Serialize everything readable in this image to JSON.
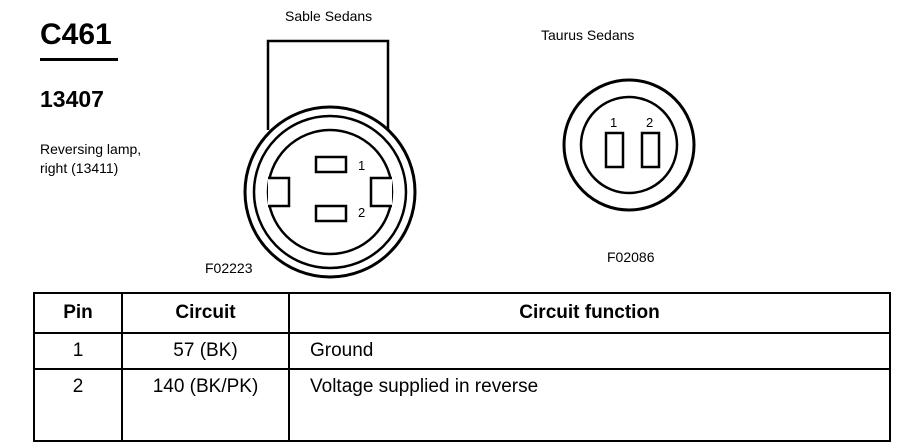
{
  "connector": {
    "id": "C461",
    "part_number": "13407",
    "description_lines": [
      "Reversing lamp,",
      "right (13411)"
    ]
  },
  "diagrams": {
    "sable": {
      "title": "Sable Sedans",
      "figure_code": "F02223",
      "pin_labels": [
        "1",
        "2"
      ]
    },
    "taurus": {
      "title": "Taurus Sedans",
      "figure_code": "F02086",
      "pin_labels": [
        "1",
        "2"
      ]
    }
  },
  "pin_table": {
    "headers": [
      "Pin",
      "Circuit",
      "Circuit function"
    ],
    "rows": [
      {
        "pin": "1",
        "circuit": "57 (BK)",
        "function": "Ground"
      },
      {
        "pin": "2",
        "circuit": "140 (BK/PK)",
        "function": "Voltage supplied in reverse"
      }
    ]
  }
}
